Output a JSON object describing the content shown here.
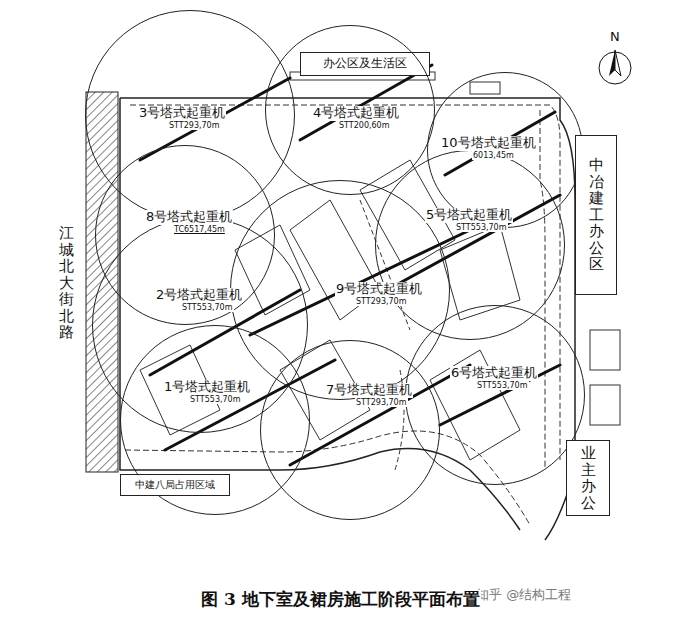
{
  "diagram": {
    "caption": "图 3 地下室及裙房施工阶段平面布置",
    "nodes": [
      {
        "text": [
          "办公区及生活区"
        ]
      },
      {
        "text": [
          "3号塔式起重机",
          "STT293,70m"
        ]
      },
      {
        "text": [
          "4号塔式起重机",
          "STT200,60m"
        ]
      },
      {
        "text": [
          "10号塔式起重机",
          "6013,45m"
        ]
      },
      {
        "text": [
          "中冶建工办公区"
        ]
      },
      {
        "text": [
          "8号塔式起重机",
          "TC6517,45m"
        ]
      },
      {
        "text": [
          "5号塔式起重机",
          "STT553,70m"
        ]
      },
      {
        "text": [
          "9号塔式起重机",
          "STT293,70m"
        ]
      },
      {
        "text": [
          "2号塔式起重机",
          "STT553,70m"
        ]
      },
      {
        "text": [
          "6号塔式起重机",
          "STT553,70m"
        ]
      },
      {
        "text": [
          "1号塔式起重机",
          "STT553,70m"
        ]
      },
      {
        "text": [
          "7号塔式起重机",
          "STT293,70m"
        ]
      },
      {
        "text": [
          "中建八局占用区域"
        ]
      },
      {
        "text": [
          "业主办公"
        ]
      }
    ],
    "labels": [
      "江城北大街北路",
      "N",
      "知乎 @结构工程"
    ]
  }
}
